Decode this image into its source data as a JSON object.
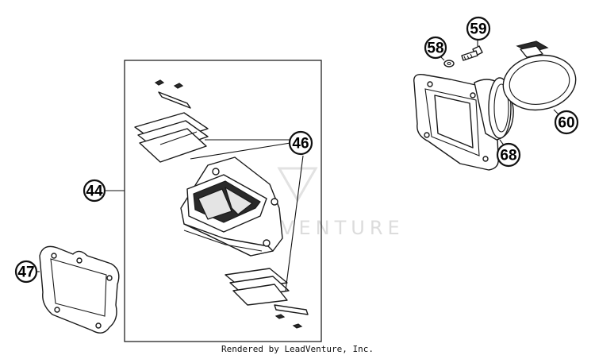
{
  "credit": "Rendered by LeadVenture, Inc.",
  "watermark": "DVENTURE",
  "callouts": {
    "c44": "44",
    "c46": "46",
    "c47": "47",
    "c58": "58",
    "c59": "59",
    "c60": "60",
    "c68": "68"
  }
}
